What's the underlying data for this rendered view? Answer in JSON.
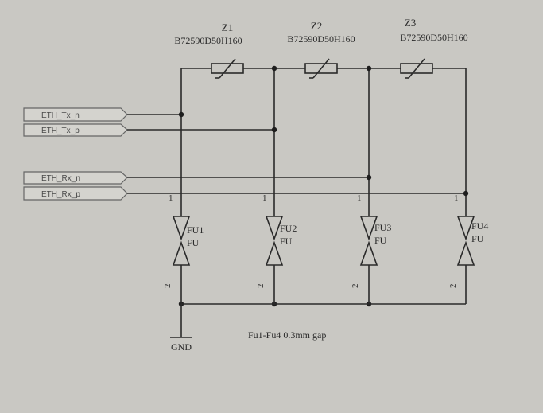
{
  "ports": [
    {
      "label": "ETH_Tx_n"
    },
    {
      "label": "ETH_Tx_p"
    },
    {
      "label": "ETH_Rx_n"
    },
    {
      "label": "ETH_Rx_p"
    }
  ],
  "varistors": [
    {
      "ref": "Z1",
      "part": "B72590D50H160"
    },
    {
      "ref": "Z2",
      "part": "B72590D50H160"
    },
    {
      "ref": "Z3",
      "part": "B72590D50H160"
    }
  ],
  "fuses": [
    {
      "ref": "FU1",
      "value": "FU",
      "pin1": "1",
      "pin2": "2"
    },
    {
      "ref": "FU2",
      "value": "FU",
      "pin1": "1",
      "pin2": "2"
    },
    {
      "ref": "FU3",
      "value": "FU",
      "pin1": "1",
      "pin2": "2"
    },
    {
      "ref": "FU4",
      "value": "FU",
      "pin1": "1",
      "pin2": "2"
    }
  ],
  "ground": {
    "label": "GND"
  },
  "note": "Fu1-Fu4  0.3mm gap",
  "colors": {
    "background": "#c9c8c3",
    "wire": "#2a2a2a",
    "port_text": "#4a4a4a"
  }
}
